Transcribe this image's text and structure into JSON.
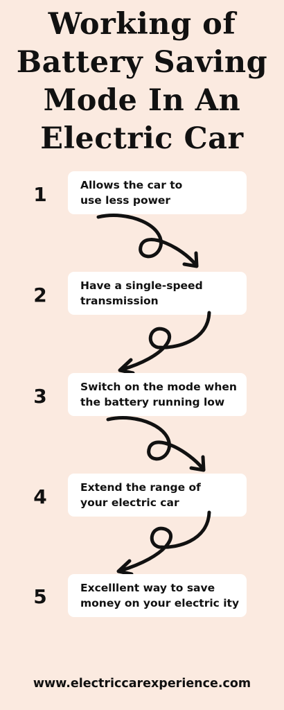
{
  "title": {
    "lines": [
      "Working of",
      "Battery Saving",
      "Mode In An",
      "Electric Car"
    ]
  },
  "steps": [
    {
      "number": "1",
      "lines": [
        "Allows the car to",
        "use less power"
      ]
    },
    {
      "number": "2",
      "lines": [
        "Have a single-speed",
        "transmission"
      ]
    },
    {
      "number": "3",
      "lines": [
        "Switch on the mode when",
        "the battery  running low"
      ]
    },
    {
      "number": "4",
      "lines": [
        "Extend the range of",
        "your electric car"
      ]
    },
    {
      "number": "5",
      "lines": [
        "Excelllent way to save",
        "money on your electric ity"
      ]
    }
  ],
  "footer": {
    "url": "www.electriccarexperience.com"
  },
  "colors": {
    "background": "#fbeae0",
    "card": "#ffffff",
    "ink": "#111111"
  },
  "icons": [
    "curly-arrow-right-icon",
    "curly-arrow-left-icon"
  ]
}
